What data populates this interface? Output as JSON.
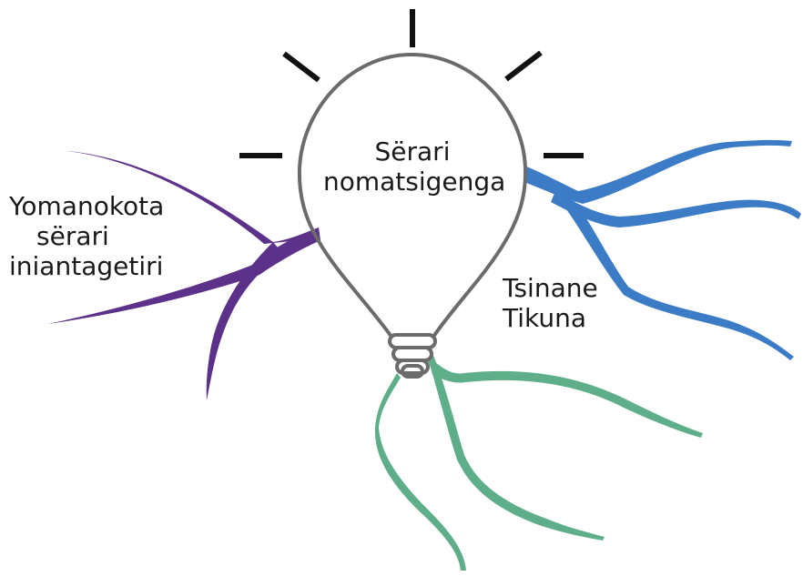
{
  "center": {
    "line1": "Sërari",
    "line2": "nomatsigenga"
  },
  "left_branch": {
    "line1": "Yomanokota",
    "line2": "sërari",
    "line3": "iniantagetiri",
    "color": "#5b3189"
  },
  "right_branch": {
    "line1": "Tsinane",
    "line2": "Tikuna",
    "color": "#3c7cc6"
  },
  "bottom_branch": {
    "color": "#5fae8a"
  },
  "bulb": {
    "outline_color": "#6b6b6b",
    "ray_color": "#111111"
  }
}
